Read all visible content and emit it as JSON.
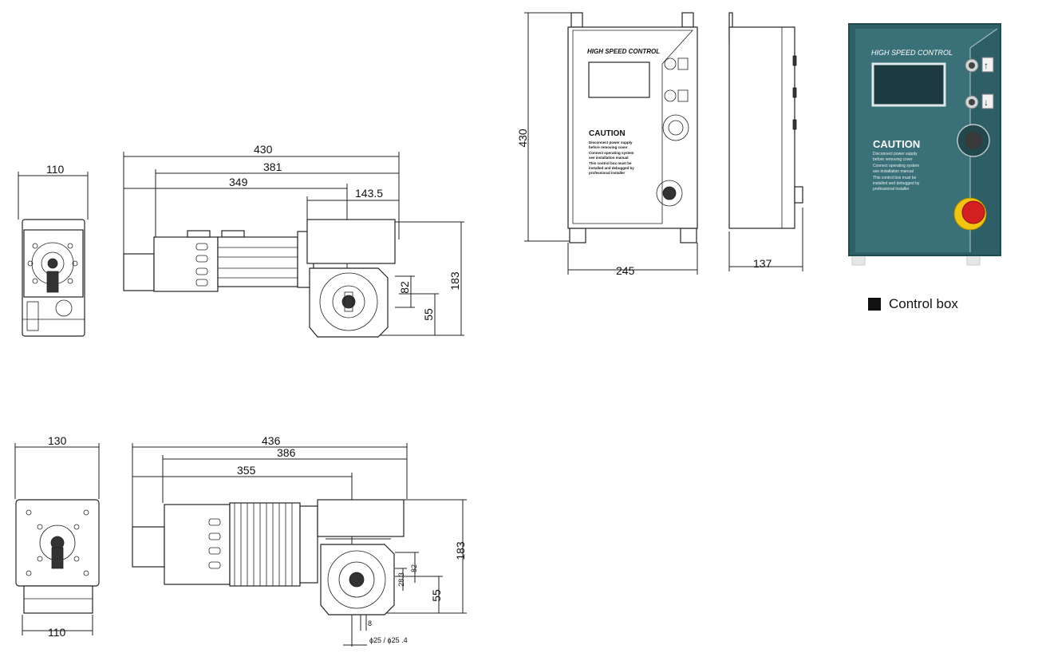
{
  "dimensions": {
    "top_end_width": "110",
    "top_overall": "430",
    "top_mid": "381",
    "top_motor": "349",
    "top_gear": "143.5",
    "top_82": "82",
    "top_55": "55",
    "top_82v": "82",
    "top_55v": "55",
    "top_height": "183",
    "bot_end_width": "130",
    "bot_end_base": "110",
    "bot_overall": "436",
    "bot_mid": "386",
    "bot_motor": "355",
    "bot_82": "82",
    "bot_55": "55",
    "bot_82v": "82",
    "bot_28_3": "28.3",
    "bot_55v": "55",
    "bot_height": "183",
    "bot_8": "8",
    "bot_shaft": "ϕ25 / ϕ25 .4",
    "box_height": "430",
    "box_width": "245",
    "box_depth": "137"
  },
  "box_drawing": {
    "brand": "HIGH SPEED CONTROL",
    "caution": "CAUTION",
    "notes": [
      "Disconnect power supply",
      "before removing cover",
      "Connect operating system",
      "see installation manual",
      "This control box must be",
      "installed and debugged by",
      "professional installer"
    ]
  },
  "box_photo": {
    "brand": "HIGH SPEED CONTROL",
    "caution": "CAUTION",
    "notes": [
      "Disconnect power supply",
      "before removing cover",
      "Connect operating system",
      "see installation manual",
      "This control box must be",
      "installed and debugged by",
      "professional installer"
    ],
    "panel_color": "#2f5f66",
    "accent_color": "#d42020"
  },
  "legend": {
    "label": "Control box"
  }
}
